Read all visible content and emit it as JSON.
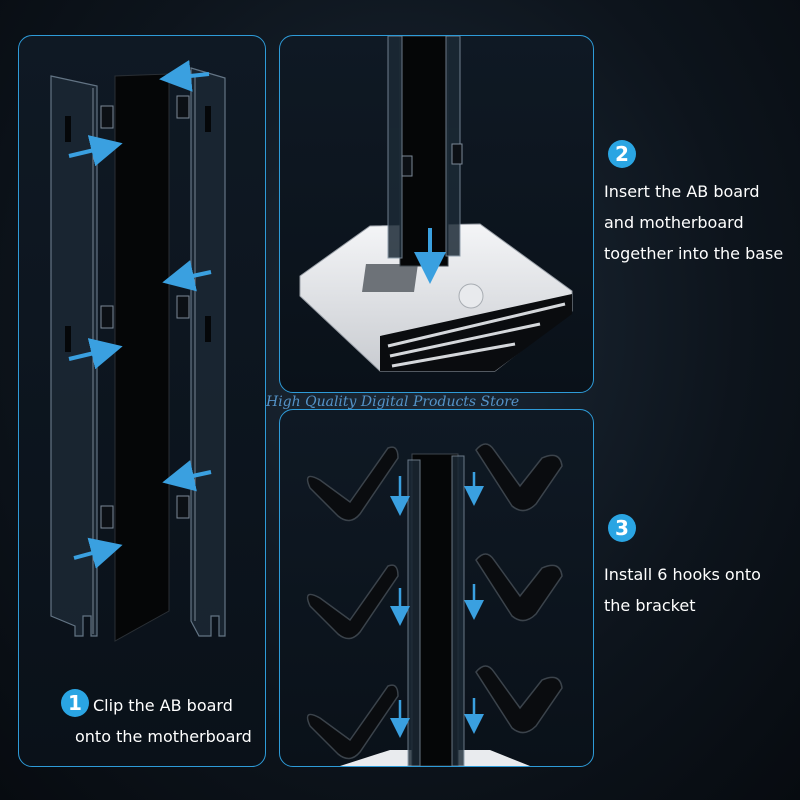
{
  "watermark": "High Quality Digital Products Store",
  "colors": {
    "accent": "#2aa5e3",
    "arrow": "#3aa0e0",
    "panel_border": "#2e9bd8",
    "text": "#ffffff"
  },
  "steps": [
    {
      "number": "1",
      "lines": [
        "Clip the AB board",
        "onto the motherboard"
      ]
    },
    {
      "number": "2",
      "lines": [
        "Insert the AB board",
        "and motherboard",
        "together into the base"
      ]
    },
    {
      "number": "3",
      "lines": [
        "Install 6 hooks onto",
        "the bracket"
      ]
    }
  ]
}
